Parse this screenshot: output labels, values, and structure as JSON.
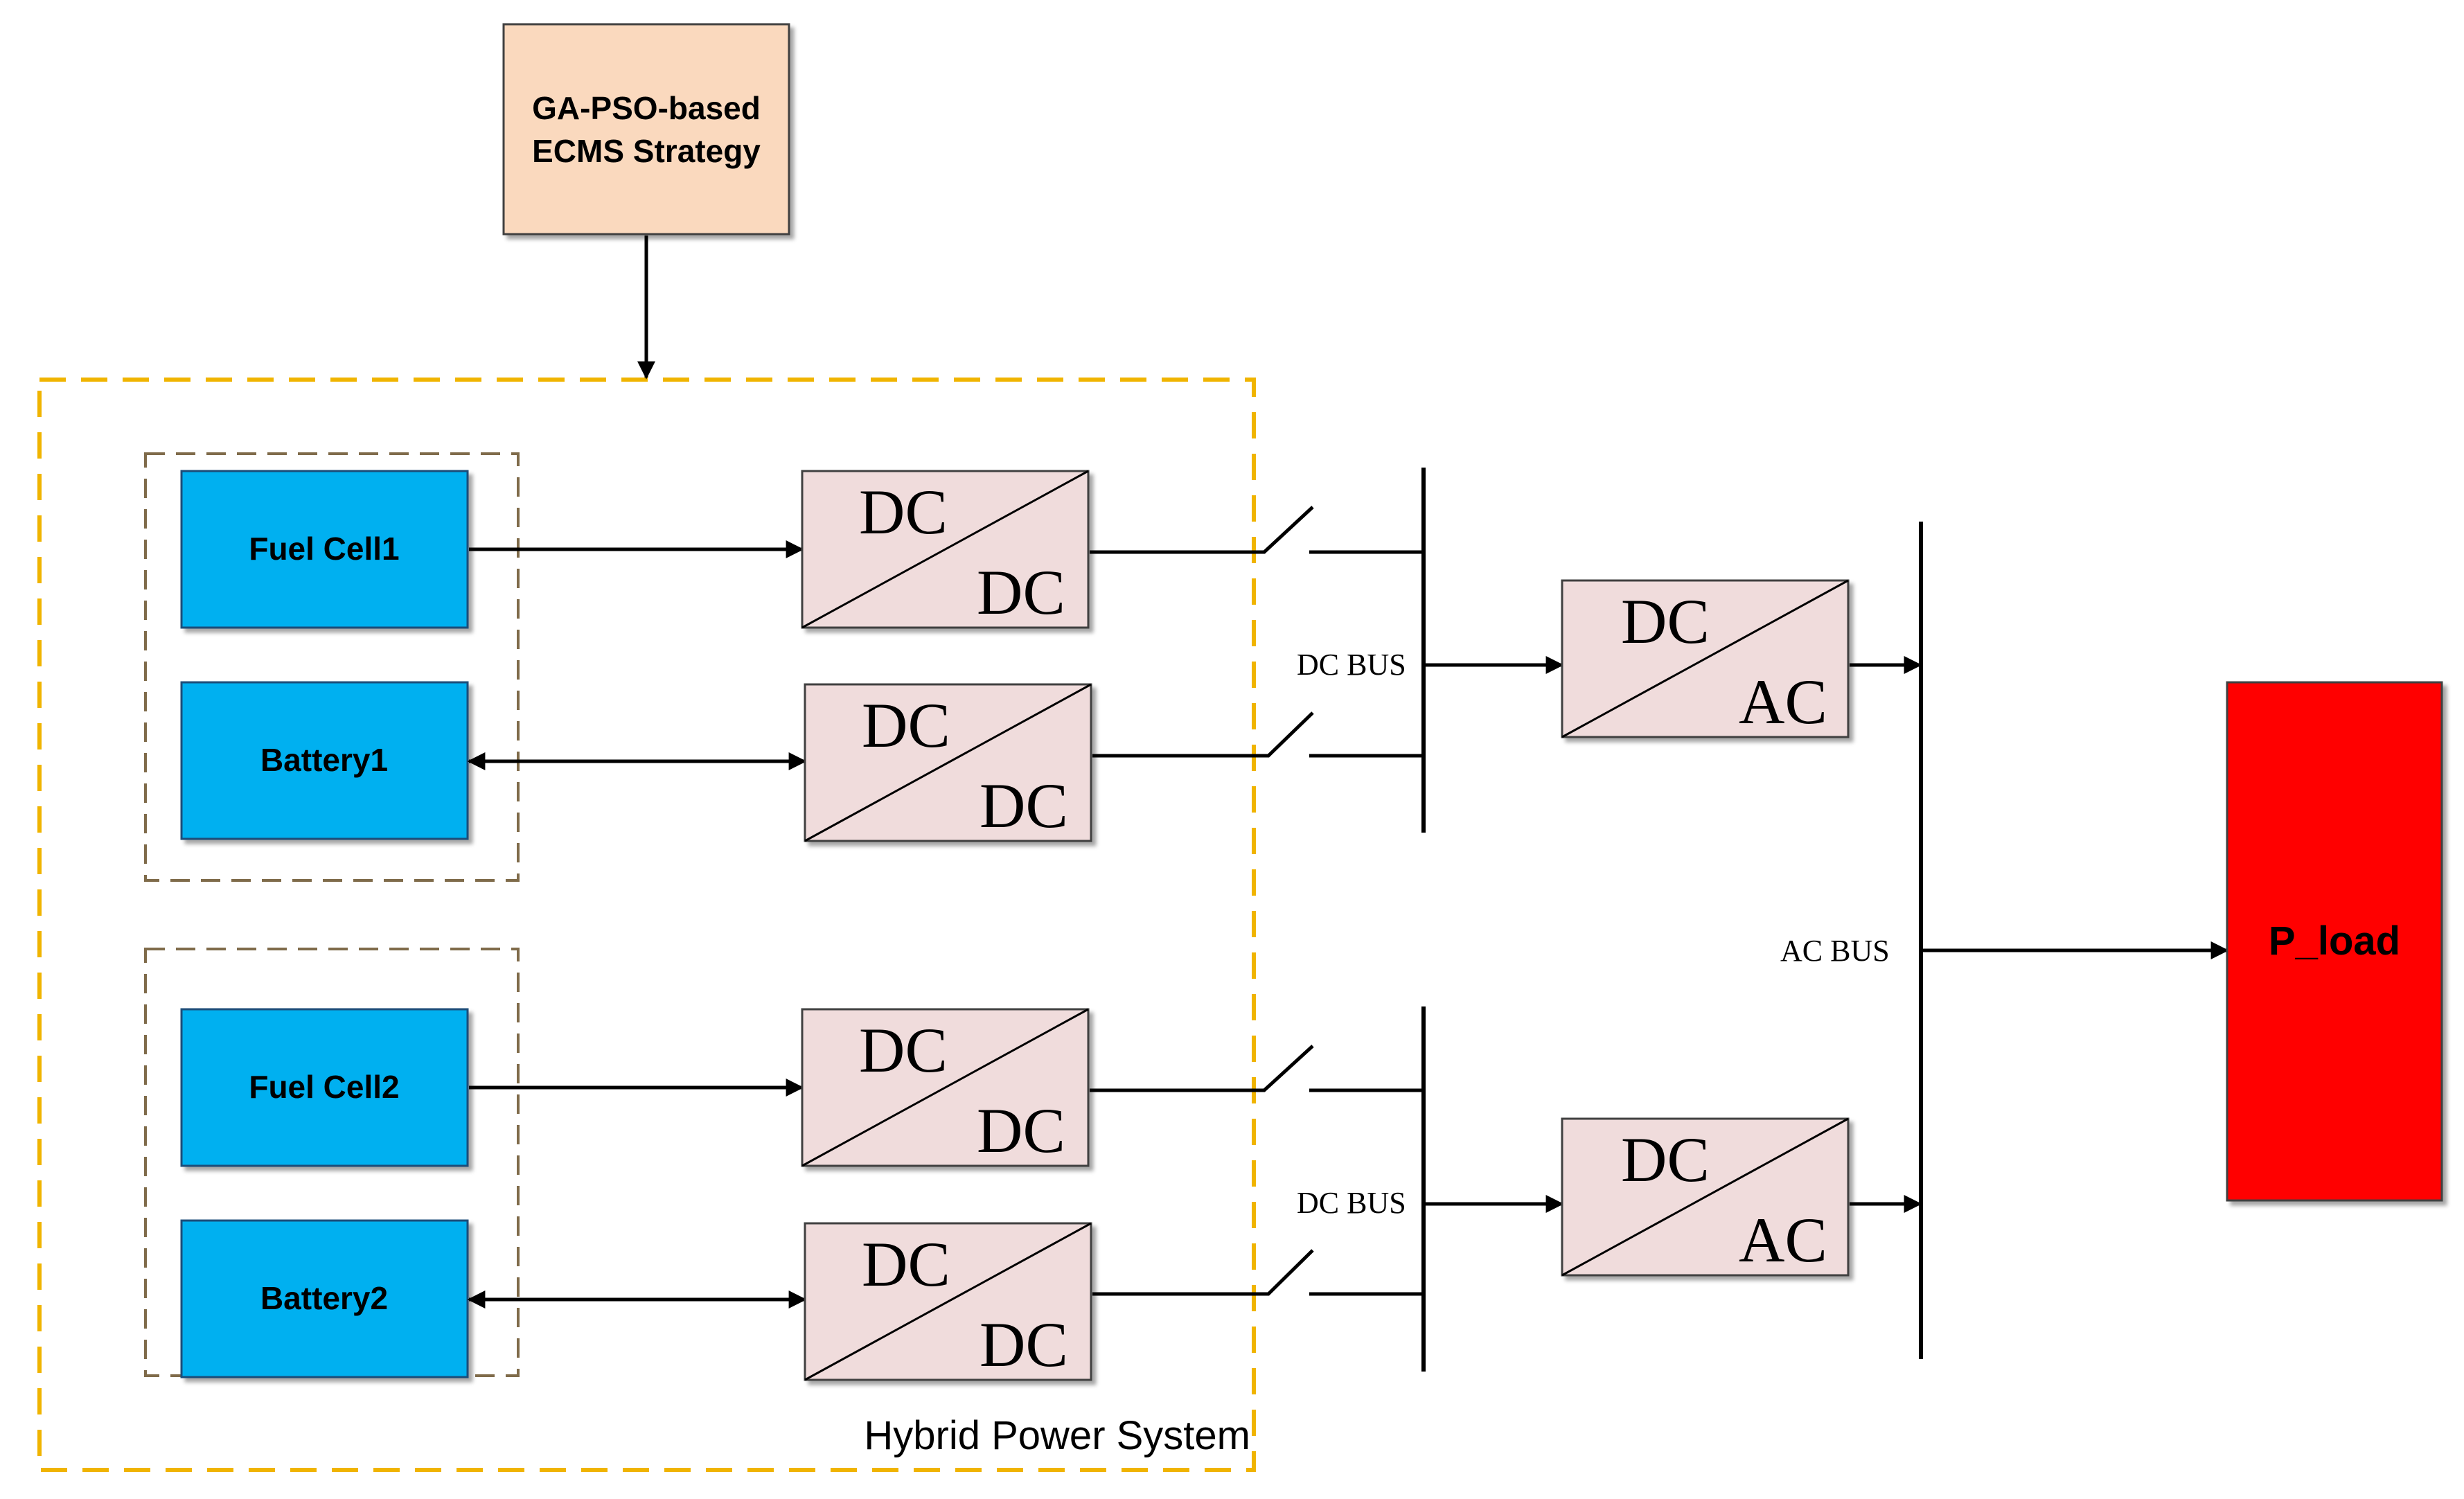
{
  "strategy": {
    "line1": "GA-PSO-based",
    "line2": "ECMS Strategy"
  },
  "sources": {
    "fuel_cell_1": "Fuel Cell1",
    "battery_1": "Battery1",
    "fuel_cell_2": "Fuel Cell2",
    "battery_2": "Battery2"
  },
  "converters": {
    "dcdc_in": "DC",
    "dcdc_out": "DC",
    "dcac_in": "DC",
    "dcac_out": "AC"
  },
  "buses": {
    "dc_bus_1": "DC BUS",
    "dc_bus_2": "DC BUS",
    "ac_bus": "AC BUS"
  },
  "load": {
    "label": "P_load"
  },
  "system": {
    "label": "Hybrid Power System"
  },
  "colors": {
    "strategy_fill": "#FAD9BE",
    "source_fill": "#00B0F0",
    "converter_fill": "#F0DCDC",
    "load_fill": "#FF0000",
    "system_border": "#F0B400",
    "group_border": "#7F6B4A",
    "line": "#000000"
  }
}
